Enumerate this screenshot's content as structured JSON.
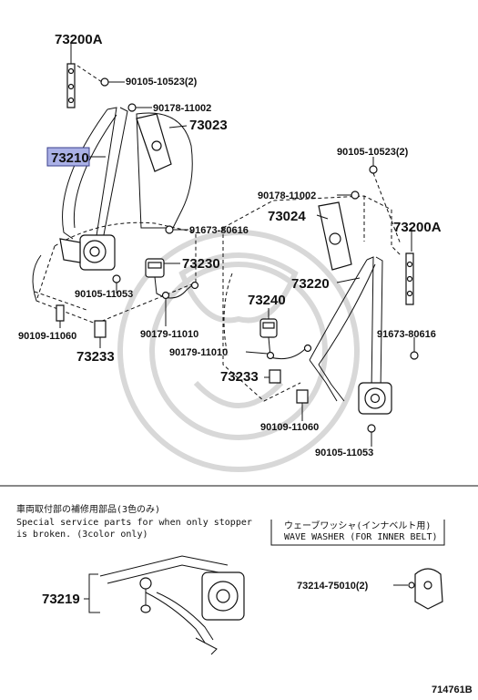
{
  "labels": {
    "p73200a_top": "73200A",
    "p90105_10523_a": "90105-10523(2)",
    "p90178_11002_a": "90178-11002",
    "p73023": "73023",
    "p73210": "73210",
    "p91673_80616_a": "91673-80616",
    "p73230": "73230",
    "p90105_11053_a": "90105-11053",
    "p90109_11060_a": "90109-11060",
    "p90179_11010_a": "90179-11010",
    "p73233_a": "73233",
    "p90105_10523_b": "90105-10523(2)",
    "p90178_11002_b": "90178-11002",
    "p73024": "73024",
    "p73200a_right": "73200A",
    "p73220": "73220",
    "p73240": "73240",
    "p91673_80616_b": "91673-80616",
    "p90179_11010_b": "90179-11010",
    "p73233_b": "73233",
    "p90109_11060_b": "90109-11060",
    "p90105_11053_b": "90105-11053",
    "p73219": "73219",
    "p73214": "73214-75010(2)"
  },
  "notes": {
    "special_jp": "車両取付部の補修用部品(3色のみ)",
    "special_en1": "Special service parts for when only stopper",
    "special_en2": "is broken. (3color only)",
    "washer_jp": "ウェーブワッシャ(インナベルト用)",
    "washer_en": "WAVE WASHER (FOR INNER BELT)"
  },
  "diagram_id": "714761B",
  "colors": {
    "highlight": "#aab0e6",
    "line": "#111111"
  }
}
